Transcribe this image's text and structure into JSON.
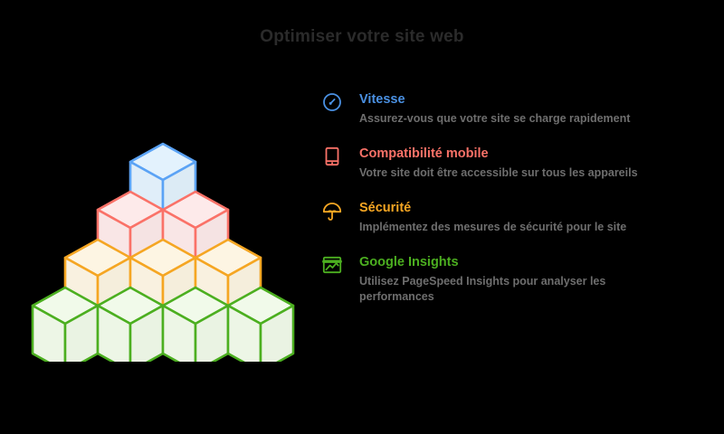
{
  "page": {
    "title": "Optimiser votre site web",
    "background_color": "#000000",
    "title_color": "#2b2b2b",
    "description_color": "#6e6e6e"
  },
  "pyramid": {
    "name": "isometric-cube-pyramid",
    "rows": [
      {
        "level": 4,
        "count": 1,
        "color": "#5ba3f5",
        "fill": "#e3f2fd",
        "label": "Vitesse"
      },
      {
        "level": 3,
        "count": 2,
        "color": "#fa7268",
        "fill": "#fdeaea",
        "label": "Compatibilité mobile"
      },
      {
        "level": 2,
        "count": 3,
        "color": "#f5a623",
        "fill": "#fdf5e3",
        "label": "Sécurité"
      },
      {
        "level": 1,
        "count": 4,
        "color": "#4caf20",
        "fill": "#f1faea",
        "label": "Google Insights"
      }
    ],
    "total_cubes": 10
  },
  "features": [
    {
      "id": "vitesse",
      "icon": "speedometer-icon",
      "color": "#4a90e2",
      "color_class": "c-blue",
      "title": "Vitesse",
      "description": "Assurez-vous que votre site se charge rapidement"
    },
    {
      "id": "compatibilite-mobile",
      "icon": "smartphone-icon",
      "color": "#fa7268",
      "color_class": "c-red",
      "title": "Compatibilité mobile",
      "description": "Votre site doit être accessible sur tous les appareils"
    },
    {
      "id": "securite",
      "icon": "umbrella-icon",
      "color": "#f5a623",
      "color_class": "c-orange",
      "title": "Sécurité",
      "description": "Implémentez des mesures de sécurité pour le site"
    },
    {
      "id": "google-insights",
      "icon": "image-chart-icon",
      "color": "#4caf20",
      "color_class": "c-green",
      "title": "Google Insights",
      "description": "Utilisez PageSpeed Insights pour analyser les performances"
    }
  ]
}
